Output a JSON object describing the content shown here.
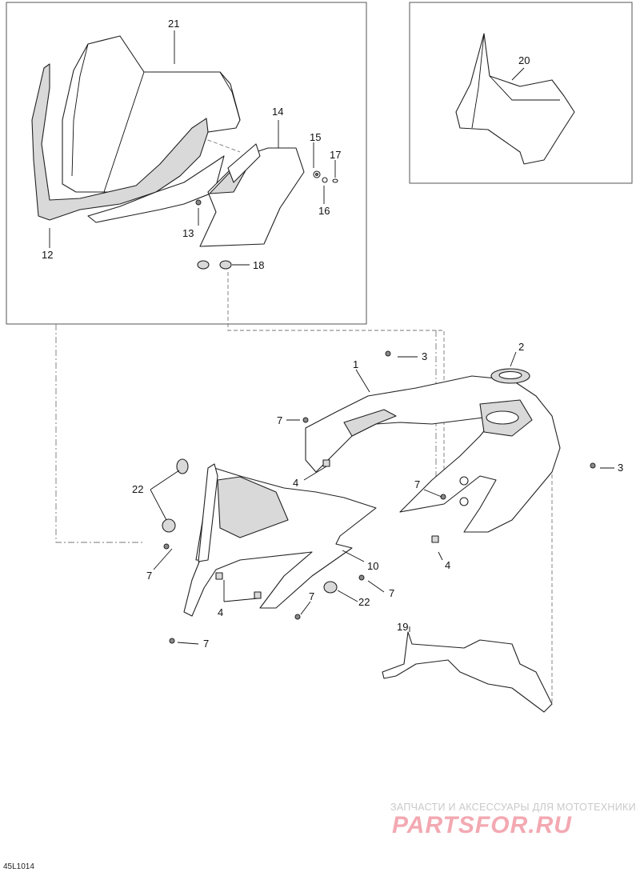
{
  "callouts": {
    "c1": "1",
    "c2": "2",
    "c3a": "3",
    "c3b": "3",
    "c4a": "4",
    "c4b": "4",
    "c4c": "4",
    "c7a": "7",
    "c7b": "7",
    "c7c": "7",
    "c7d": "7",
    "c7e": "7",
    "c7f": "7",
    "c10": "10",
    "c12": "12",
    "c13": "13",
    "c14": "14",
    "c15": "15",
    "c16": "16",
    "c17": "17",
    "c18": "18",
    "c19": "19",
    "c20": "20",
    "c21": "21",
    "c22a": "22",
    "c22b": "22"
  },
  "drawing_code": "45L1014",
  "watermark": {
    "tagline": "ЗАПЧАСТИ И АКСЕССУАРЫ ДЛЯ МОТОТЕХНИКИ",
    "logo": "PARTSFOR.RU"
  }
}
